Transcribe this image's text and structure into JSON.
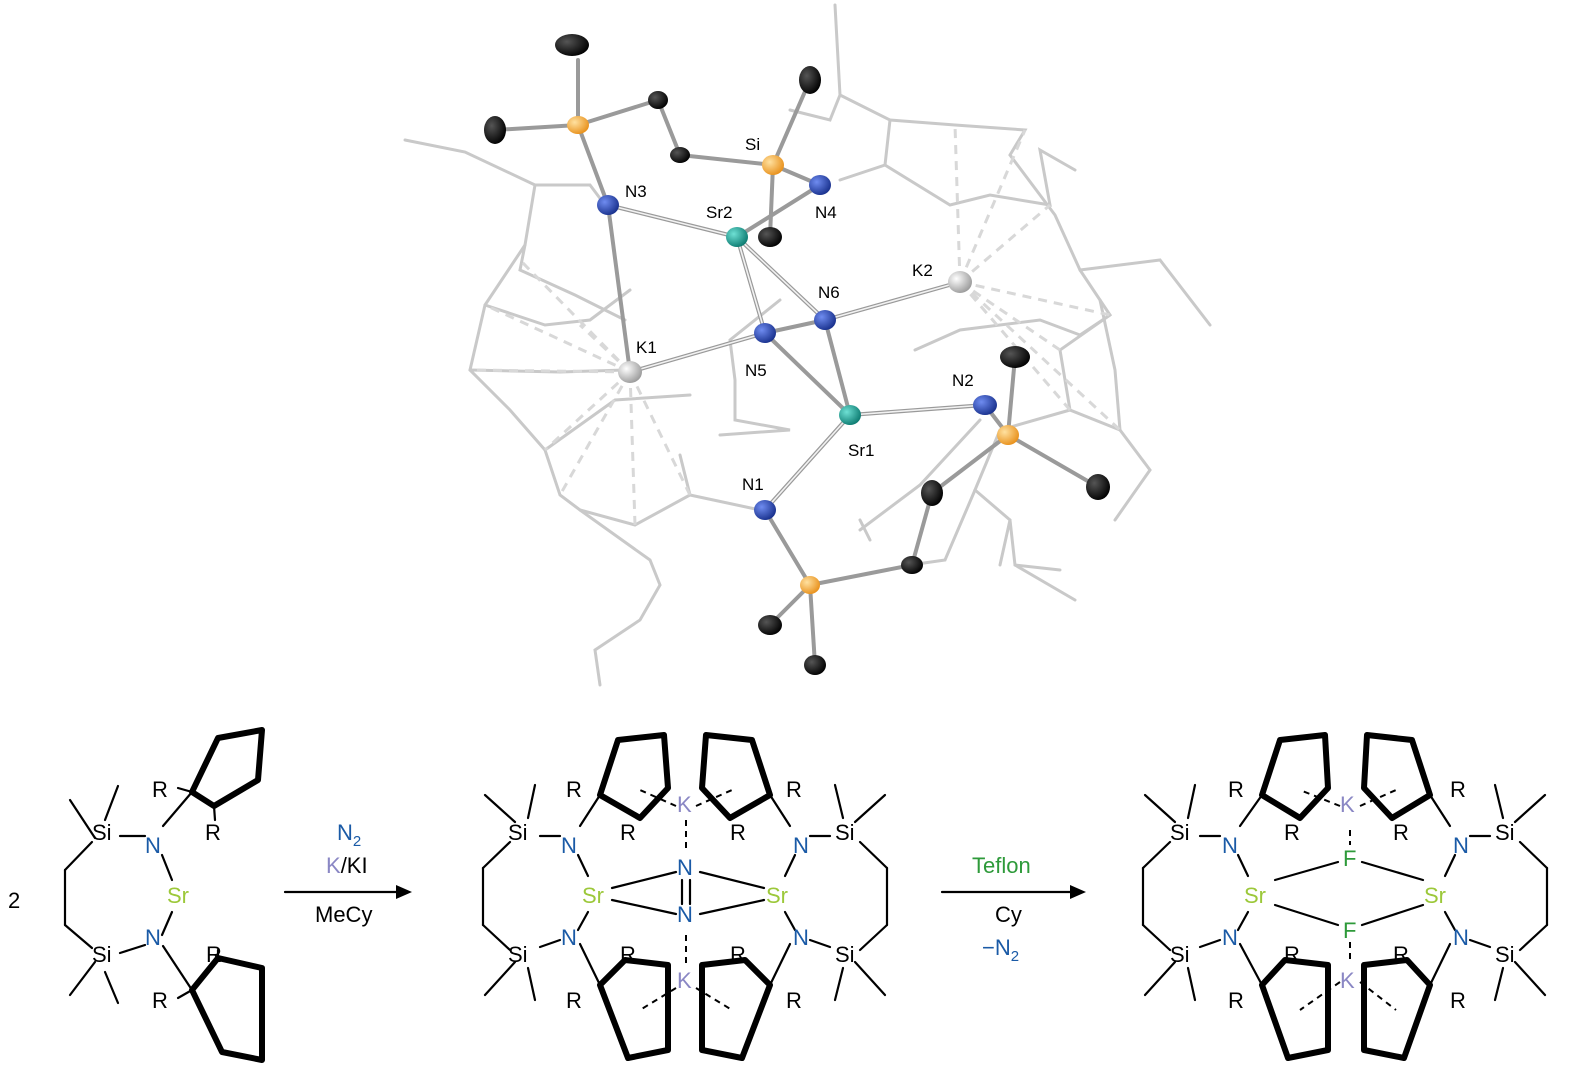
{
  "crystal_structure": {
    "atom_labels": {
      "si": "Si",
      "n1": "N1",
      "n2": "N2",
      "n3": "N3",
      "n4": "N4",
      "n5": "N5",
      "n6": "N6",
      "sr1": "Sr1",
      "sr2": "Sr2",
      "k1": "K1",
      "k2": "K2"
    }
  },
  "scheme": {
    "coefficient": "2",
    "atoms": {
      "si": "Si",
      "n": "N",
      "sr": "Sr",
      "k": "K",
      "f": "F",
      "r": "R"
    },
    "arrow1": {
      "reagent_top_1": "N",
      "reagent_top_1_sub": "2",
      "reagent_top_2_k": "K",
      "reagent_top_2_rest": "/KI",
      "condition_bottom": "MeCy"
    },
    "arrow2": {
      "reagent_top": "Teflon",
      "condition_bottom_1": "Cy",
      "condition_bottom_2_prefix": "−N",
      "condition_bottom_2_sub": "2"
    },
    "colors": {
      "nitrogen": "#1a5aa6",
      "strontium": "#9cc83a",
      "potassium": "#8a87c4",
      "fluorine": "#2e9a3a",
      "teflon": "#2e9a3a",
      "silicon_ellipsoid": "#f0a020",
      "nitrogen_ellipsoid": "#1f3fa0",
      "strontium_ellipsoid": "#1c9a90",
      "potassium_ellipsoid": "#bdbdbd"
    }
  }
}
